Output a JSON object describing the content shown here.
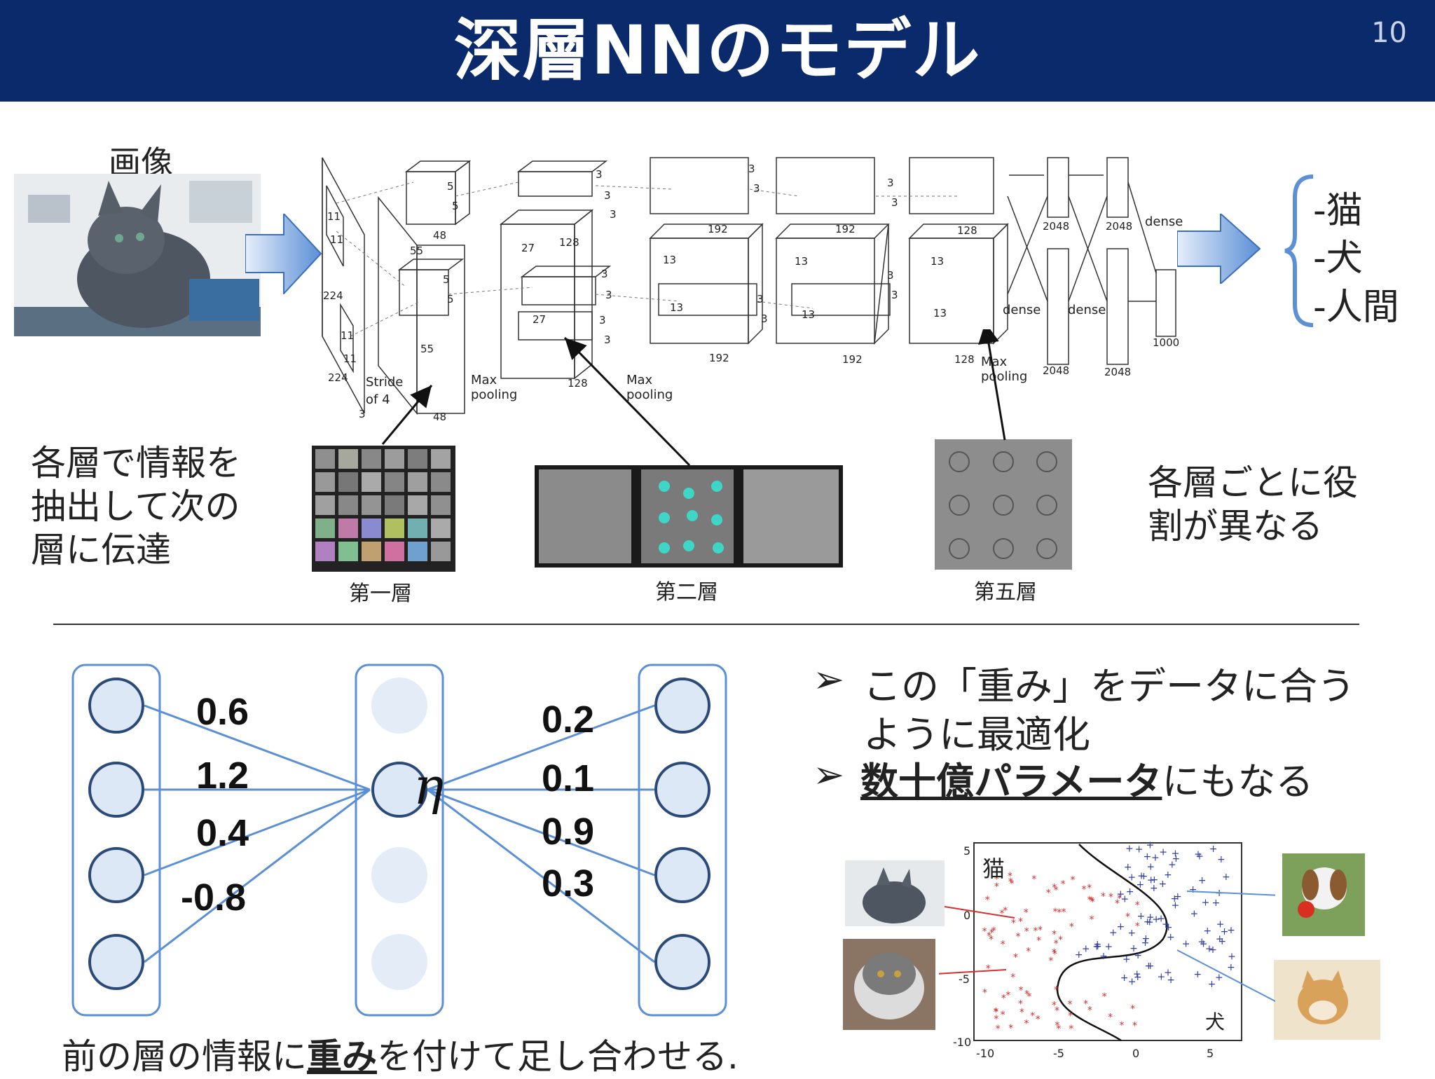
{
  "header": {
    "title": "深層NNのモデル",
    "page_number": "10"
  },
  "image_label": "画像",
  "outputs": [
    "-猫",
    "-犬",
    "-人間"
  ],
  "arch": {
    "dims": [
      "224",
      "224",
      "3",
      "11",
      "11",
      "11",
      "11",
      "Stride",
      "of 4",
      "5",
      "5",
      "5",
      "5",
      "55",
      "55",
      "48",
      "48",
      "27",
      "128",
      "128",
      "3",
      "3",
      "3",
      "3",
      "3",
      "3",
      "3",
      "3",
      "3",
      "3",
      "3",
      "3",
      "13",
      "13",
      "13",
      "13",
      "13",
      "192",
      "192",
      "192",
      "192",
      "128",
      "128",
      "2048",
      "2048",
      "2048",
      "2048",
      "1000"
    ],
    "labels": {
      "maxpool1": "Max\npooling",
      "maxpool2": "Max\npooling",
      "maxpool3": "Max\npooling",
      "dense1": "dense",
      "dense2": "dense",
      "dense3": "dense"
    }
  },
  "left_text": [
    "各層で情報を",
    "抽出して次の",
    "層に伝達"
  ],
  "right_text": [
    "各層ごとに役",
    "割が異なる"
  ],
  "layer_captions": [
    "第一層",
    "第二層",
    "第五層"
  ],
  "weights_in": [
    "0.6",
    "1.2",
    "0.4",
    "-0.8"
  ],
  "weights_out": [
    "0.2",
    "0.1",
    "0.9",
    "0.3"
  ],
  "eta": "η",
  "bottom_caption": {
    "before": "前の層の情報に",
    "bold": "重み",
    "after": "を付けて足し合わせる."
  },
  "bullets": [
    {
      "lines": [
        "この「重み」をデータに合う",
        "ように最適化"
      ]
    },
    {
      "bold": "数十億パラメータ",
      "after": "にもなる"
    }
  ],
  "scatter": {
    "label_cat": "猫",
    "label_dog": "犬",
    "xticks": [
      "-10",
      "-5",
      "0",
      "5"
    ],
    "yticks": [
      "5",
      "0",
      "-5",
      "-10"
    ],
    "cat_color": "#d63030",
    "dog_color": "#3040a8"
  },
  "colors": {
    "header_bg": "#0b2a6b",
    "arrow": "#5b8fd6",
    "node_fill": "#dde8f7",
    "node_stroke": "#2c4a78",
    "edge": "#5b8fd6"
  }
}
